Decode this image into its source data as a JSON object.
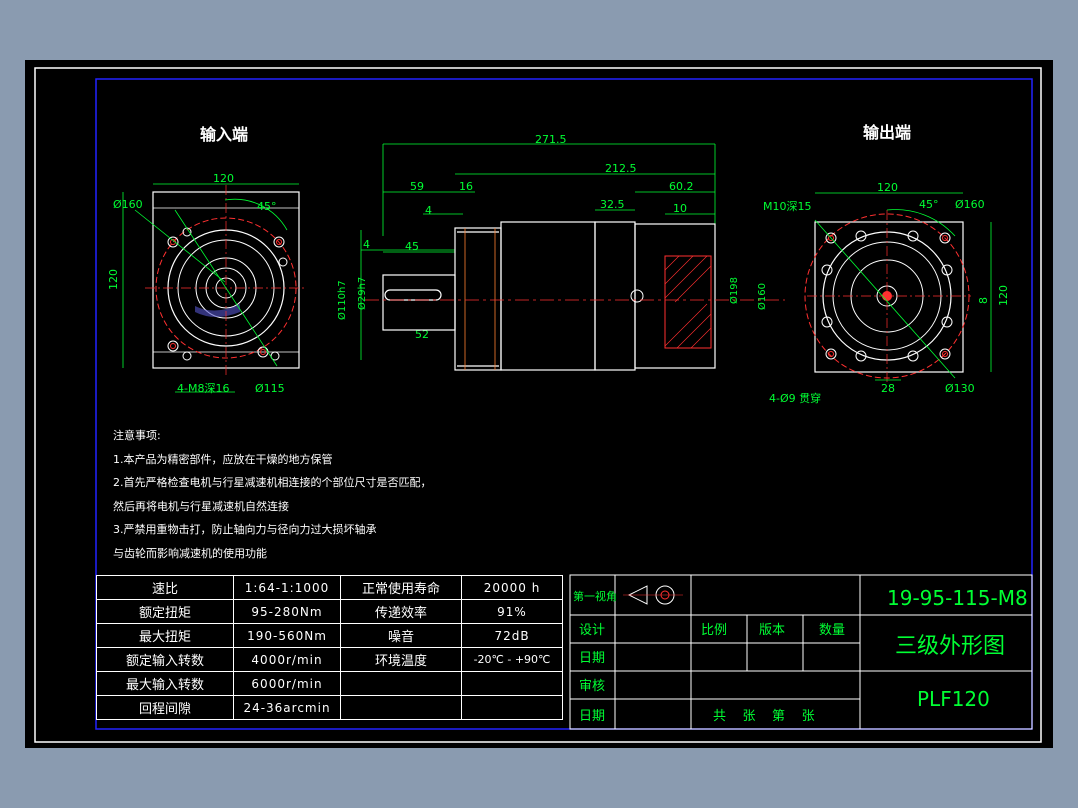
{
  "views": {
    "input_title": "输入端",
    "output_title": "输出端"
  },
  "dims": {
    "d271": "271.5",
    "d212": "212.5",
    "d59": "59",
    "d16": "16",
    "d32": "32.5",
    "d60": "60.2",
    "d4a": "4",
    "d10": "10",
    "d4b": "4",
    "d45": "45",
    "d52": "52",
    "d110": "Ø110h7",
    "d29": "Ø29h7",
    "d198": "Ø198",
    "d160_side": "Ø160",
    "in_120_top": "120",
    "in_120_side": "120",
    "in_160": "Ø160",
    "in_45": "45°",
    "in_m8": "4-M8深16",
    "in_115": "Ø115",
    "out_120_top": "120",
    "out_120_side": "120",
    "out_m10": "M10深15",
    "out_45": "45°",
    "out_160": "Ø160",
    "out_8": "8",
    "out_28": "28",
    "out_130": "Ø130",
    "out_holes": "4-Ø9 贯穿"
  },
  "notes": {
    "title": "注意事项:",
    "n1": "1.本产品为精密部件，应放在干燥的地方保管",
    "n2": "2.首先严格检查电机与行星减速机相连接的个部位尺寸是否匹配，",
    "n3": "然后再将电机与行星减速机自然连接",
    "n4": "3.严禁用重物击打，防止轴向力与径向力过大损坏轴承",
    "n5": "与齿轮而影响减速机的使用功能"
  },
  "specs": [
    {
      "label": "速比",
      "value": "1:64-1:1000",
      "label2": "正常使用寿命",
      "value2": "20000 h"
    },
    {
      "label": "额定扭矩",
      "value": "95-280Nm",
      "label2": "传递效率",
      "value2": "91%"
    },
    {
      "label": "最大扭矩",
      "value": "190-560Nm",
      "label2": "噪音",
      "value2": "72dB"
    },
    {
      "label": "额定输入转数",
      "value": "4000r/min",
      "label2": "环境温度",
      "value2": "-20℃ - +90℃"
    },
    {
      "label": "最大输入转数",
      "value": "6000r/min",
      "label2": "",
      "value2": ""
    },
    {
      "label": "回程间隙",
      "value": "24-36arcmin",
      "label2": "",
      "value2": ""
    }
  ],
  "title_block": {
    "projection": "第一视角",
    "design": "设计",
    "date1": "日期",
    "review": "审核",
    "date2": "日期",
    "scale": "比例",
    "version": "版本",
    "quantity": "数量",
    "sheets": "共    张    第    张",
    "drawing_no": "19-95-115-M8",
    "drawing_name": "三级外形图",
    "model": "PLF120"
  }
}
